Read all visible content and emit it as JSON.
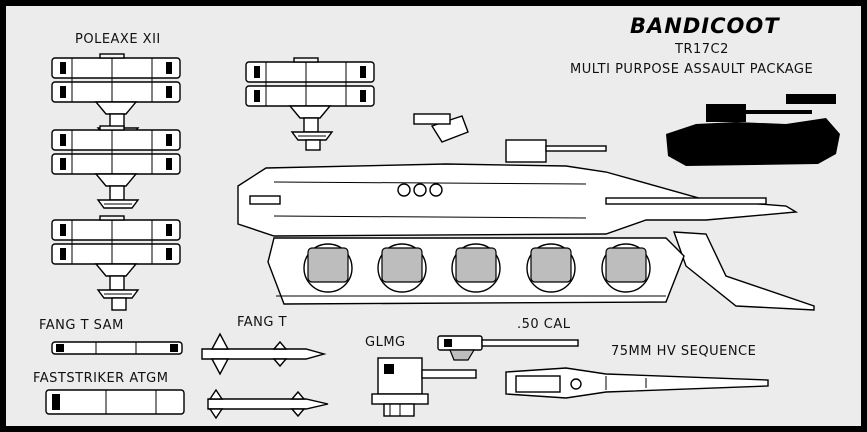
{
  "header": {
    "name": "BANDICOOT",
    "designation": "TR17C2",
    "role": "MULTI PURPOSE ASSAULT PACKAGE"
  },
  "labels": {
    "poleaxe": "POLEAXE XII",
    "fang_t_sam": "FANG T SAM",
    "faststriker": "FASTSTRIKER ATGM",
    "fang_t": "FANG T",
    "glmg": "GLMG",
    "cal50": ".50 CAL",
    "hv75": "75MM HV SEQUENCE"
  },
  "icons": [
    "poleaxe-launcher",
    "tank-silhouette",
    "assault-vehicle",
    "missile",
    "gun-turret"
  ]
}
